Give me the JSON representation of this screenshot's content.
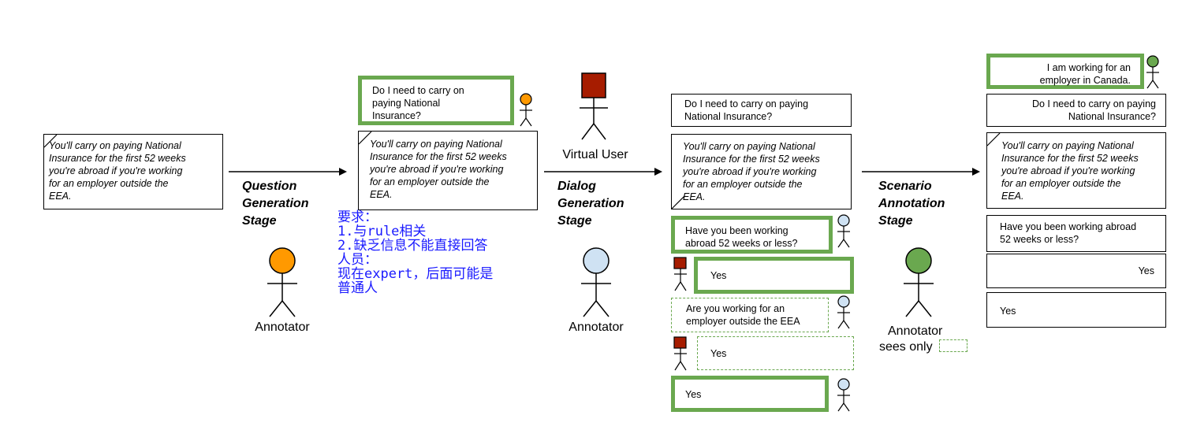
{
  "rule_text": "You'll carry on paying National Insurance for the first 52 weeks you're abroad if you're working for an employer outside the EEA.",
  "rule_lines": [
    "You'll carry on paying National",
    "Insurance for the first 52 weeks",
    "you're abroad if you're working",
    "for an employer outside the",
    "EEA."
  ],
  "stages": {
    "question": [
      "Question",
      "Generation",
      "Stage"
    ],
    "dialog": [
      "Dialog",
      "Generation",
      "Stage"
    ],
    "scenario": [
      "Scenario",
      "Annotation",
      "Stage"
    ]
  },
  "question_lines": [
    "Do I need to carry on",
    "paying National",
    "Insurance?"
  ],
  "question_wide_lines": [
    "Do I need to carry on paying",
    "National Insurance?"
  ],
  "question_right_lines": [
    "Do I need to carry on paying",
    "National Insurance?"
  ],
  "scenario_lines": [
    "I am working for an",
    "employer in Canada."
  ],
  "dialog": {
    "q1_lines": [
      "Have you been working",
      "abroad 52 weeks or less?"
    ],
    "a1": "Yes",
    "q2_lines": [
      "Are you working for an",
      "employer outside the EEA"
    ],
    "a2": "Yes",
    "final": "Yes"
  },
  "right_dialog": {
    "q1_lines": [
      "Have you been working abroad",
      "52 weeks or less?"
    ],
    "a1": "Yes",
    "a2": "Yes"
  },
  "people": {
    "annotator": "Annotator",
    "virtual_user": "Virtual User",
    "annotator_sees_only": [
      "Annotator",
      "sees only"
    ]
  },
  "chinese_note": [
    "要求：",
    "1.与rule相关",
    "2.缺乏信息不能直接回答",
    "人员：",
    "现在expert，后面可能是",
    "普通人"
  ],
  "colors": {
    "green_border": "#6aa84f",
    "orange": "#ff9900",
    "dark_red": "#a61c00",
    "light_blue": "#cfe2f3",
    "annotator_green": "#6aa84f",
    "note_blue": "#1a1aff"
  }
}
